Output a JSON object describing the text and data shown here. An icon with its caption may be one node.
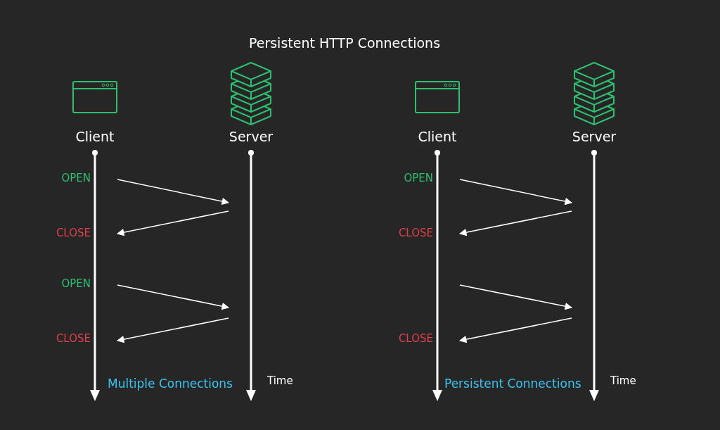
{
  "diagram": {
    "title": "Persistent HTTP Connections",
    "nodes": [
      {
        "text": [
          "Client"
        ]
      },
      {
        "text": [
          "Server"
        ]
      },
      {
        "text": [
          "Client"
        ]
      },
      {
        "text": [
          "Server"
        ]
      }
    ],
    "edges": [
      {
        "from": 0,
        "to": 1,
        "arrow": "to"
      },
      {
        "from": 1,
        "to": 0,
        "arrow": "to"
      },
      {
        "from": 0,
        "to": 1,
        "arrow": "to"
      },
      {
        "from": 1,
        "to": 0,
        "arrow": "to"
      },
      {
        "from": 2,
        "to": 3,
        "arrow": "to"
      },
      {
        "from": 3,
        "to": 2,
        "arrow": "to"
      },
      {
        "from": 2,
        "to": 3,
        "arrow": "to"
      },
      {
        "from": 3,
        "to": 2,
        "arrow": "to"
      }
    ],
    "labels": [
      "OPEN",
      "OPEN",
      "CLOSE",
      "CLOSE",
      "OPEN",
      "CLOSE",
      "CLOSE",
      "Multiple Connections",
      "Time",
      "Persistent Connections",
      "Time"
    ]
  }
}
